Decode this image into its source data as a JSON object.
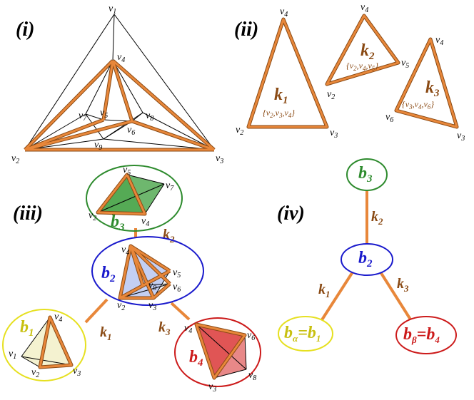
{
  "panels": {
    "p1": "(i)",
    "p2": "(ii)",
    "p3": "(iii)",
    "p4": "(iv)"
  },
  "vertex_names": [
    "v",
    "1",
    "2",
    "3",
    "4",
    "5",
    "6",
    "7",
    "8",
    "9"
  ],
  "k_labels": {
    "k1": "k",
    "k1s": "1",
    "k2": "k",
    "k2s": "2",
    "k3": "k",
    "k3s": "3"
  },
  "k_sets": {
    "k1": "{v2,v3,v4}",
    "k2": "{v2,v4,v5}",
    "k3": "{v3,v4,v6}"
  },
  "bags": {
    "b1": "b",
    "b1s": "1",
    "b2": "b",
    "b2s": "2",
    "b3": "b",
    "b3s": "3",
    "b4": "b",
    "b4s": "4",
    "balpha": "bα=b1",
    "bbeta": "bβ=b4"
  },
  "colors": {
    "edge_orange": "#e8873a",
    "label_brown": "#8a4a14",
    "green": "#2e8b2e",
    "blue": "#1a1acc",
    "yellow": "#e6e020",
    "red": "#cc1a1a"
  }
}
